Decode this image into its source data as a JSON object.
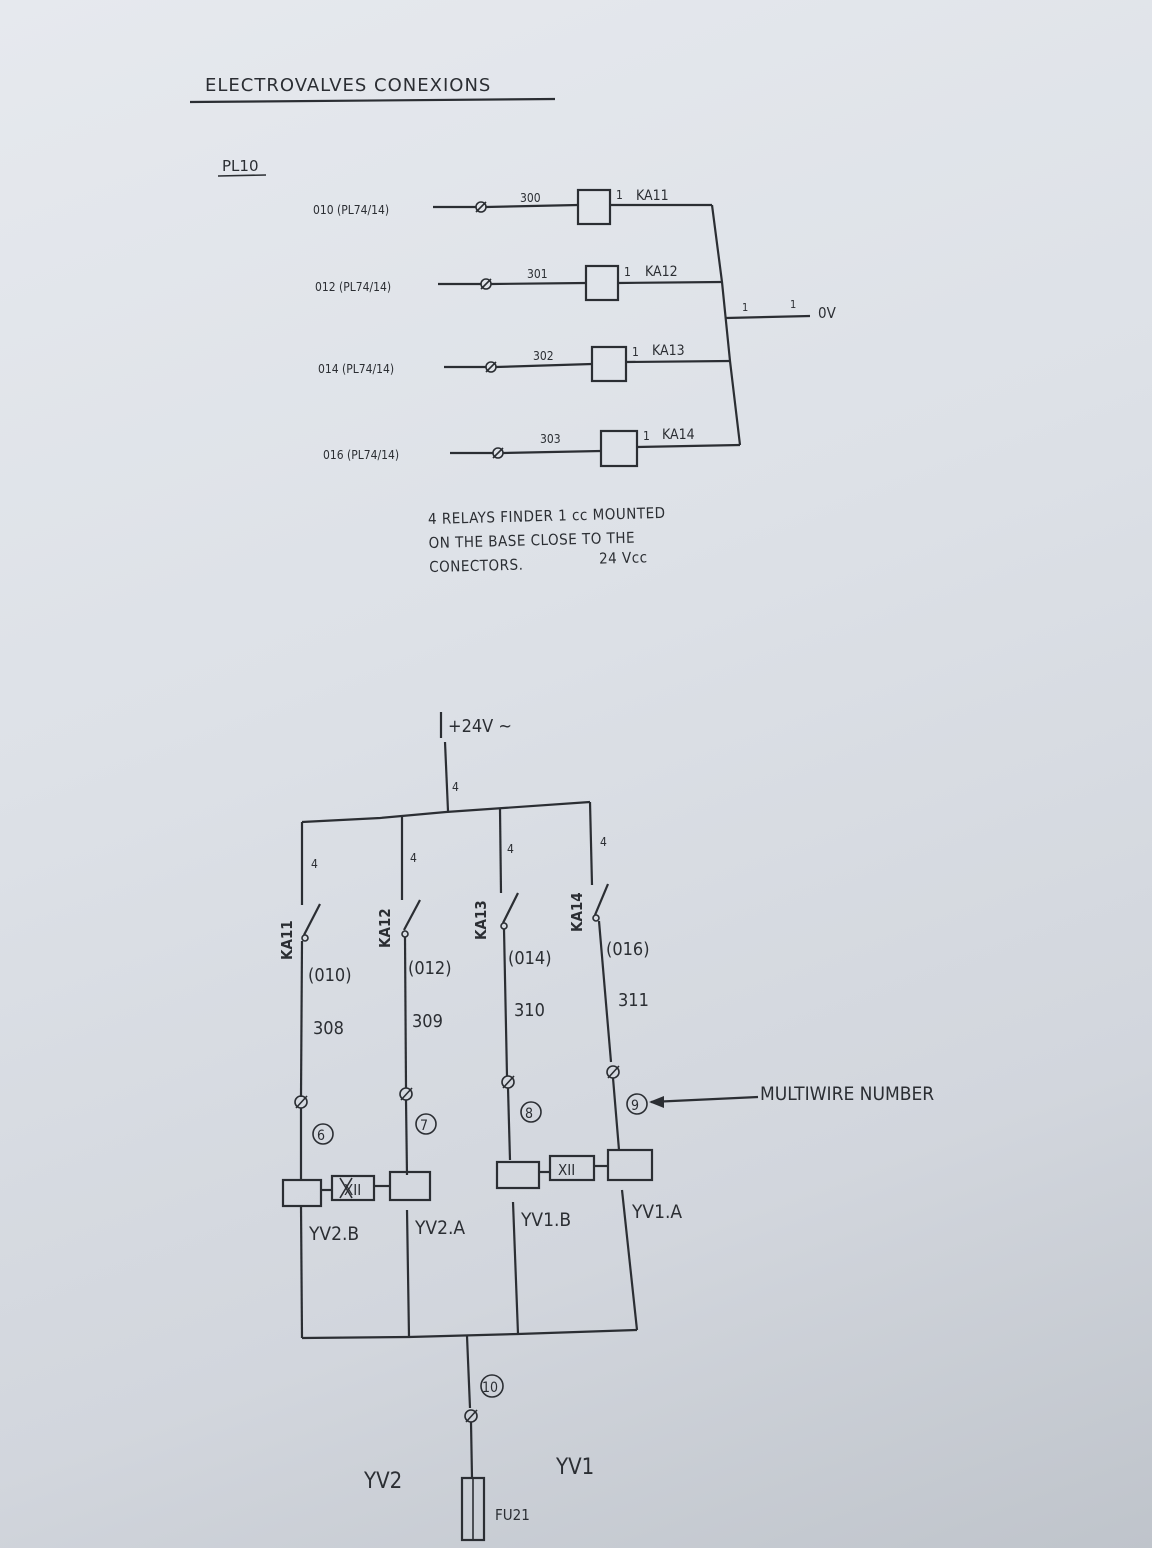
{
  "title": "ELECTROVALVES  CONEXIONS",
  "sheet_ref": "PL10",
  "inputs": [
    {
      "source": "010  (PL74/14)",
      "wire": "300",
      "pin": "1",
      "relay": "KA11"
    },
    {
      "source": "012  (PL74/14)",
      "wire": "301",
      "pin": "1",
      "relay": "KA12"
    },
    {
      "source": "014  (PL74/14)",
      "wire": "302",
      "pin": "1",
      "relay": "KA13"
    },
    {
      "source": "016  (PL74/14)",
      "wire": "303",
      "pin": "1",
      "relay": "KA14"
    }
  ],
  "common_pin_left": "1",
  "common_pin_right": "1",
  "zero_volt": "0V",
  "note_lines": [
    "4  RELAYS  FINDER  1  cc  MOUNTED",
    "ON  THE  BASE  CLOSE  TO  THE",
    "CONECTORS."
  ],
  "note_voltage": "24  Vcc",
  "supply_label": "+24V ~",
  "supply_wire": "4",
  "branch_wire": "4",
  "branches": [
    {
      "relay": "KA11",
      "signal": "(010)",
      "wire": "308",
      "multiwire": "6"
    },
    {
      "relay": "KA12",
      "signal": "(012)",
      "wire": "309",
      "multiwire": "7"
    },
    {
      "relay": "KA13",
      "signal": "(014)",
      "wire": "310",
      "multiwire": "8"
    },
    {
      "relay": "KA14",
      "signal": "(016)",
      "wire": "311",
      "multiwire": "9"
    }
  ],
  "solenoid_mark": "XII",
  "coils": [
    "YV2.B",
    "YV2.A",
    "YV1.B",
    "YV1.A"
  ],
  "multiwire_label": "MULTIWIRE  NUMBER",
  "return_multiwire": "10",
  "valve_left": "YV2",
  "valve_right": "YV1",
  "fuse": "FU21"
}
